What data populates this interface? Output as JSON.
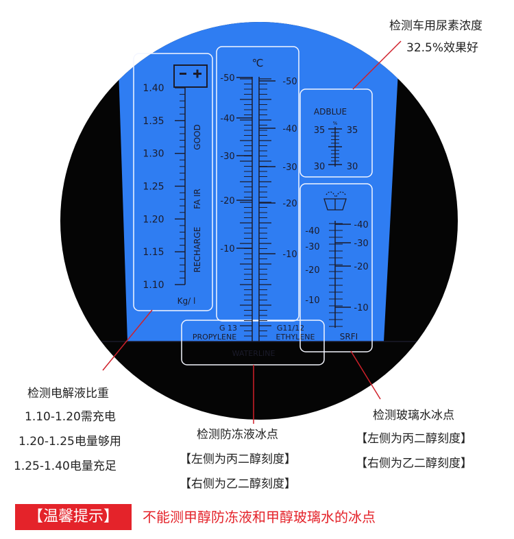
{
  "scale_view": {
    "unit_celsius": "℃",
    "battery": {
      "icon": "battery-minus-plus-icon",
      "values": [
        "1.40",
        "1.35",
        "1.30",
        "1.25",
        "1.20",
        "1.15",
        "1.10"
      ],
      "unit": "Kg/ l",
      "zones": [
        "GOOD",
        "FA IR",
        "RECHARGE"
      ]
    },
    "antifreeze": {
      "left_values": [
        "-50",
        "-40",
        "-30",
        "-20",
        "-10"
      ],
      "right_values": [
        "-50",
        "-40",
        "-30",
        "-20",
        "-10"
      ],
      "left_label_top": "G 13",
      "left_label": "PROPYLENE",
      "right_label_top": "G11/12",
      "right_label": "ETHYLENE",
      "waterline": "WATERLINE"
    },
    "adblue": {
      "title": "ADBLUE",
      "percent_sign": "%",
      "values": [
        "35",
        "30"
      ]
    },
    "srfi": {
      "icon": "windshield-washer-icon",
      "left_values": [
        "-40",
        "-30",
        "-20",
        "-10"
      ],
      "right_values": [
        "-40",
        "-30",
        "-20",
        "-10"
      ],
      "label": "SRFI"
    }
  },
  "captions": {
    "adblue": [
      "检测车用尿素浓度",
      "32.5%效果好"
    ],
    "battery": [
      "检测电解液比重",
      "1.10-1.20需充电",
      "1.20-1.25电量够用",
      "1.25-1.40电量充足"
    ],
    "antifreeze": [
      "检测防冻液冰点",
      "【左侧为丙二醇刻度】",
      "【右侧为乙二醇刻度】"
    ],
    "glass": [
      "检测玻璃水冰点",
      "【左侧为丙二醇刻度】",
      "【右侧为乙二醇刻度】"
    ]
  },
  "tip": {
    "label": "【温馨提示】",
    "text": "不能测甲醇防冻液和甲醇玻璃水的冰点"
  },
  "colors": {
    "background": "#ffffff",
    "lens_black": "#050505",
    "scale_blue": "#2f7df2",
    "scale_ink": "#1b1b2a",
    "outline": "#f4f6ff",
    "pointer_red": "#d0202a",
    "tip_red": "#e4232a"
  }
}
